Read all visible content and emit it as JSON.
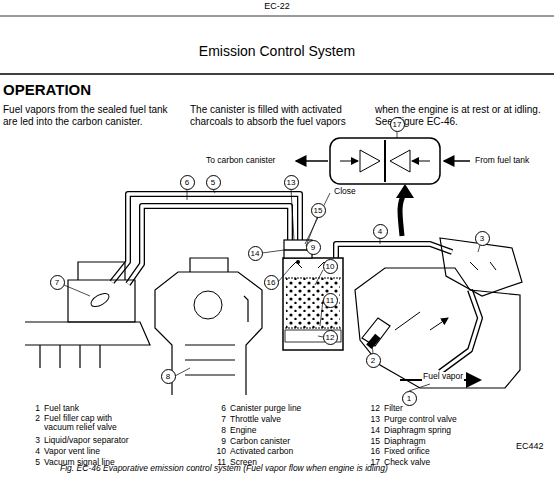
{
  "diagram": {
    "title": "Emission Control System",
    "caption": "Fig. EC-46 Evaporative emission control system (Fuel vapor flow when engine is idling)",
    "labels": [
      "EC-22",
      "OPERATION",
      "Fuel vapors from the sealed fuel tank are led into the carbon canister.",
      "The canister is filled with activated charcoals to absorb the fuel vapors",
      "when the engine is at rest or at idling. See Figure EC-46.",
      "17",
      "To carbon canister",
      "From fuel tank",
      "6",
      "5",
      "13",
      "Close",
      "15",
      "4",
      "3",
      "7",
      "14",
      "9",
      "10",
      "16",
      "11",
      "12",
      "2",
      "Fuel vapor",
      "8",
      "1",
      "1",
      "Fuel tank",
      "2",
      "Fuel filler cap with vacuum relief valve",
      "3",
      "Liquid/vapor separator",
      "4",
      "Vapor vent line",
      "5",
      "Vacuum signal line",
      "6",
      "Canister purge line",
      "7",
      "Throttle valve",
      "8",
      "Engine",
      "9",
      "Carbon canister",
      "10",
      "Activated carbon",
      "11",
      "Screen",
      "12",
      "Filter",
      "13",
      "Purge control valve",
      "14",
      "Diaphragm spring",
      "15",
      "Diaphragm",
      "16",
      "Fixed orifice",
      "17",
      "Check valve",
      "EC442"
    ]
  }
}
